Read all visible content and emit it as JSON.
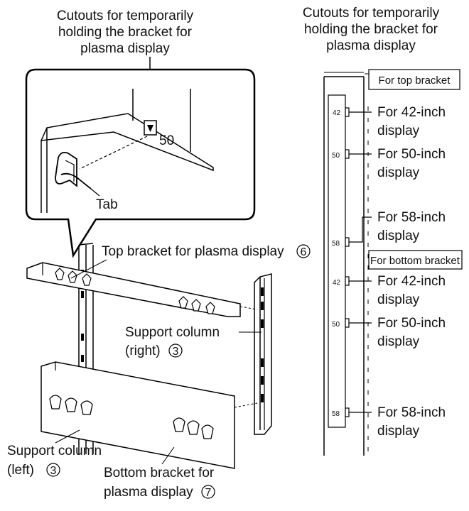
{
  "left": {
    "callout_title": [
      "Cutouts for temporarily",
      "holding the bracket for",
      "plasma display"
    ],
    "detail_number": "50",
    "tab_label": "Tab",
    "top_bracket_label": "Top bracket for plasma display",
    "top_bracket_num": "6",
    "support_right": [
      "Support column",
      "(right)"
    ],
    "support_right_num": "3",
    "support_left": [
      "Support column",
      "(left)"
    ],
    "support_left_num": "3",
    "bottom_bracket": [
      "Bottom bracket for",
      "plasma display"
    ],
    "bottom_bracket_num": "7"
  },
  "right": {
    "callout_title": [
      "Cutouts for temporarily",
      "holding the bracket for",
      "plasma display"
    ],
    "top_section": "For top bracket",
    "bottom_section": "For bottom bracket",
    "entries": [
      {
        "tick": "42",
        "label": [
          "For 42-inch",
          "display"
        ]
      },
      {
        "tick": "50",
        "label": [
          "For 50-inch",
          "display"
        ]
      },
      {
        "tick": "58",
        "label": [
          "For 58-inch",
          "display"
        ]
      },
      {
        "tick": "42",
        "label": [
          "For 42-inch",
          "display"
        ]
      },
      {
        "tick": "50",
        "label": [
          "For 50-inch",
          "display"
        ]
      },
      {
        "tick": "58",
        "label": [
          "For 58-inch",
          "display"
        ]
      }
    ]
  }
}
